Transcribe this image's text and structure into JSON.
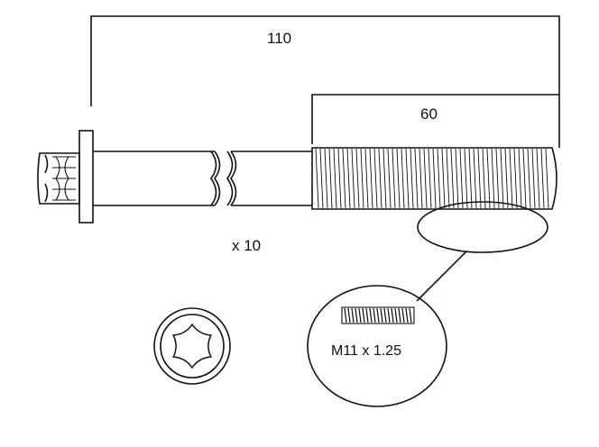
{
  "dimensions": {
    "overall_length": "110",
    "thread_length": "60"
  },
  "quantity": "x 10",
  "thread_spec": "M11 x 1.25",
  "icons": {
    "bolt": "flange-bolt-icon",
    "drive": "torx-drive-icon",
    "detail": "thread-detail-icon"
  },
  "colors": {
    "line": "#111111",
    "background": "#ffffff"
  }
}
